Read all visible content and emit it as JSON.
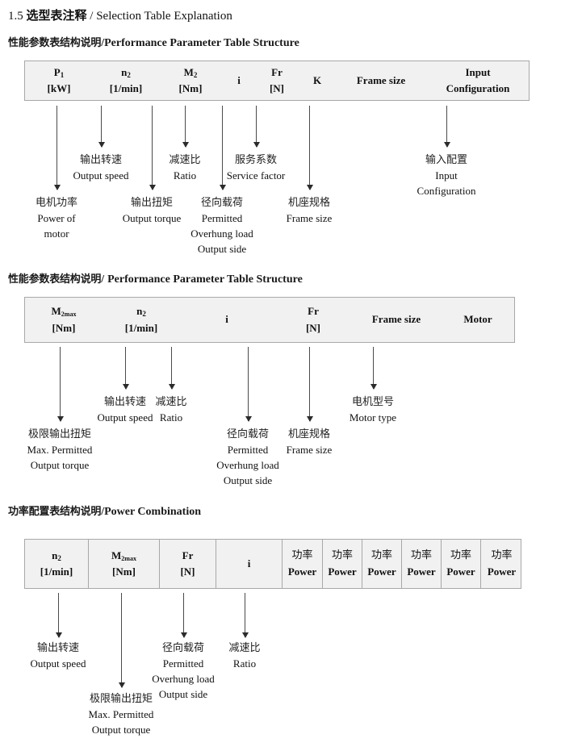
{
  "document": {
    "section_number": "1.5",
    "title_cn": "选型表注释",
    "separator": "/",
    "title_en": "Selection Table Explanation"
  },
  "sections": [
    {
      "heading_cn": "性能参数表结构说明",
      "heading_sep": "/",
      "heading_en": "Performance Parameter Table Structure",
      "table": {
        "columns": [
          {
            "line1": "P",
            "sub1": "1",
            "line2": "[kW]"
          },
          {
            "line1": "n",
            "sub1": "2",
            "line2": "[1/min]"
          },
          {
            "line1": "M",
            "sub1": "2",
            "line2": "[Nm]"
          },
          {
            "line1": "i",
            "sub1": "",
            "line2": ""
          },
          {
            "line1": "Fr",
            "sub1": "",
            "line2": "[N]"
          },
          {
            "line1": "K",
            "sub1": "",
            "line2": ""
          },
          {
            "line1": "Frame size",
            "sub1": "",
            "line2": ""
          },
          {
            "line1": "Input",
            "sub1": "",
            "line2": "Configuration"
          }
        ]
      },
      "annotations": [
        {
          "cn": "电机功率",
          "en": [
            "Power of",
            "motor"
          ]
        },
        {
          "cn": "输出转速",
          "en": [
            "Output speed"
          ]
        },
        {
          "cn": "输出扭矩",
          "en": [
            "Output torque"
          ]
        },
        {
          "cn": "减速比",
          "en": [
            "Ratio"
          ]
        },
        {
          "cn": "径向载荷",
          "en": [
            "Permitted",
            "Overhung load",
            "Output side"
          ]
        },
        {
          "cn": "服务系数",
          "en": [
            "Service factor"
          ]
        },
        {
          "cn": "机座规格",
          "en": [
            "Frame size"
          ]
        },
        {
          "cn": "输入配置",
          "en": [
            "Input",
            "Configuration"
          ]
        }
      ]
    },
    {
      "heading_cn": "性能参数表结构说明",
      "heading_sep": "/",
      "heading_en": "Performance Parameter Table Structure",
      "table": {
        "columns": [
          {
            "line1": "M",
            "sub1": "2max",
            "line2": "[Nm]"
          },
          {
            "line1": "n",
            "sub1": "2",
            "line2": "[1/min]"
          },
          {
            "line1": "i",
            "sub1": "",
            "line2": ""
          },
          {
            "line1": "Fr",
            "sub1": "",
            "line2": "[N]"
          },
          {
            "line1": "Frame size",
            "sub1": "",
            "line2": ""
          },
          {
            "line1": "Motor",
            "sub1": "",
            "line2": ""
          }
        ]
      },
      "annotations": [
        {
          "cn": "极限输出扭矩",
          "en": [
            "Max. Permitted",
            "Output  torque"
          ]
        },
        {
          "cn": "输出转速",
          "en": [
            "Output speed"
          ]
        },
        {
          "cn": "减速比",
          "en": [
            "Ratio"
          ]
        },
        {
          "cn": "径向载荷",
          "en": [
            "Permitted",
            "Overhung load",
            "Output side"
          ]
        },
        {
          "cn": "机座规格",
          "en": [
            "Frame size"
          ]
        },
        {
          "cn": "电机型号",
          "en": [
            "Motor type"
          ]
        }
      ]
    },
    {
      "heading_cn": "功率配置表结构说明",
      "heading_sep": "/",
      "heading_en": "Power Combination",
      "table": {
        "columns": [
          {
            "line1": "n",
            "sub1": "2",
            "line2": "[1/min]"
          },
          {
            "line1": "M",
            "sub1": "2max",
            "line2": "[Nm]"
          },
          {
            "line1": "Fr",
            "sub1": "",
            "line2": "[N]"
          },
          {
            "line1": "i",
            "sub1": "",
            "line2": ""
          },
          {
            "cn": "功率",
            "line2": "Power"
          },
          {
            "cn": "功率",
            "line2": "Power"
          },
          {
            "cn": "功率",
            "line2": "Power"
          },
          {
            "cn": "功率",
            "line2": "Power"
          },
          {
            "cn": "功率",
            "line2": "Power"
          },
          {
            "cn": "功率",
            "line2": "Power"
          }
        ]
      },
      "annotations": [
        {
          "cn": "输出转速",
          "en": [
            "Output speed"
          ]
        },
        {
          "cn": "极限输出扭矩",
          "en": [
            "Max. Permitted",
            "Output  torque"
          ]
        },
        {
          "cn": "径向载荷",
          "en": [
            "Permitted",
            "Overhung load",
            "Output side"
          ]
        },
        {
          "cn": "减速比",
          "en": [
            "Ratio"
          ]
        }
      ]
    }
  ],
  "colors": {
    "table_fill": "#f1f1f1",
    "table_border": "#a8a8a8",
    "arrow": "#2b2b2b",
    "text": "#111111"
  }
}
